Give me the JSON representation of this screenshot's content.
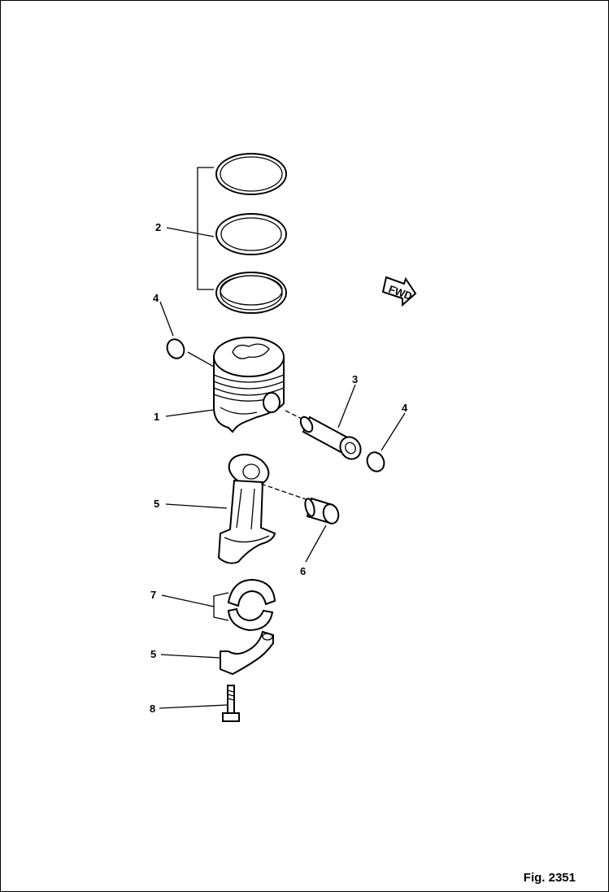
{
  "callouts": {
    "c1": "1",
    "c2": "2",
    "c3": "3",
    "c4a": "4",
    "c4b": "4",
    "c5a": "5",
    "c5b": "5",
    "c6": "6",
    "c7": "7",
    "c8": "8"
  },
  "fwd_label": "FWD",
  "figure_label": "Fig. 2351"
}
